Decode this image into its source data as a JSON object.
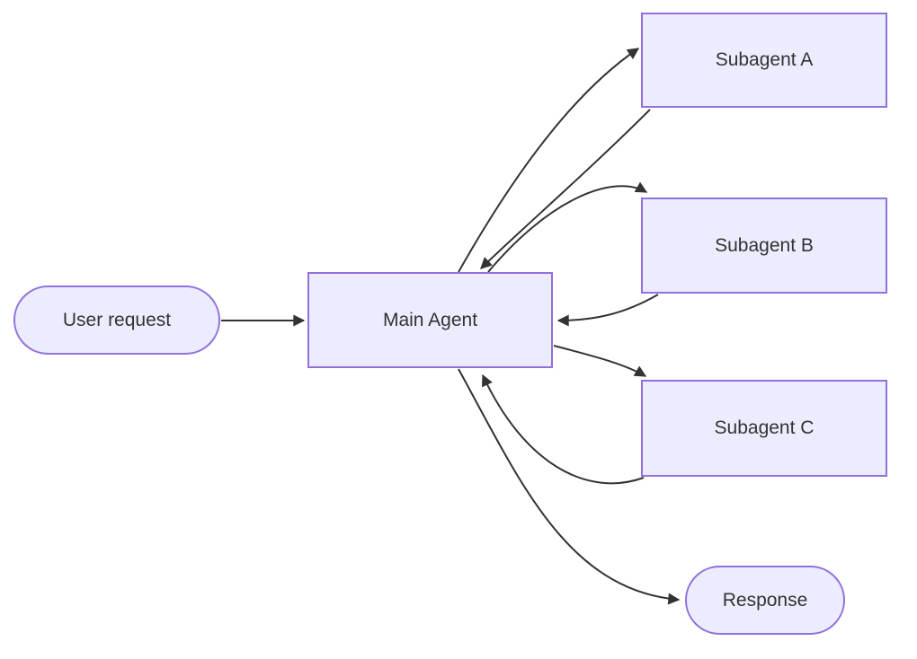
{
  "diagram": {
    "type": "flowchart",
    "direction": "left-to-right",
    "colors": {
      "background": "#ffffff",
      "node_fill": "#ECECFF",
      "node_border": "#9370DB",
      "edge_line": "#333333",
      "text": "#333333"
    },
    "nodes": {
      "user_request": {
        "label": "User request",
        "shape": "stadium"
      },
      "main_agent": {
        "label": "Main Agent",
        "shape": "rectangle"
      },
      "subagent_a": {
        "label": "Subagent A",
        "shape": "rectangle"
      },
      "subagent_b": {
        "label": "Subagent B",
        "shape": "rectangle"
      },
      "subagent_c": {
        "label": "Subagent C",
        "shape": "rectangle"
      },
      "response": {
        "label": "Response",
        "shape": "stadium"
      }
    },
    "edges": [
      {
        "from": "User request",
        "to": "Main Agent"
      },
      {
        "from": "Main Agent",
        "to": "Subagent A"
      },
      {
        "from": "Subagent A",
        "to": "Main Agent"
      },
      {
        "from": "Main Agent",
        "to": "Subagent B"
      },
      {
        "from": "Subagent B",
        "to": "Main Agent"
      },
      {
        "from": "Main Agent",
        "to": "Subagent C"
      },
      {
        "from": "Subagent C",
        "to": "Main Agent"
      },
      {
        "from": "Main Agent",
        "to": "Response"
      }
    ]
  }
}
